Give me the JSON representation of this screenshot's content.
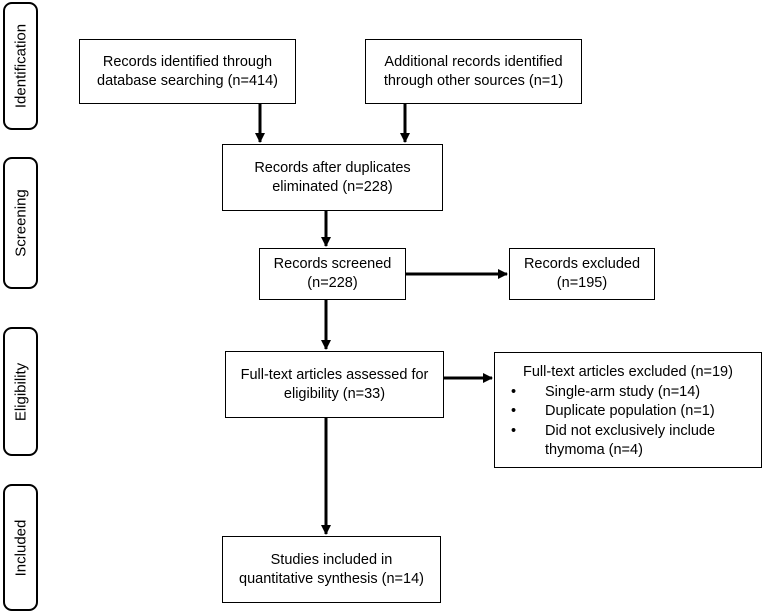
{
  "phases": {
    "identification": "Identification",
    "screening": "Screening",
    "eligibility": "Eligibility",
    "included": "Included"
  },
  "boxes": {
    "database": "Records identified through\ndatabase searching (n=414)",
    "other_sources": "Additional records identified\nthrough other sources (n=1)",
    "after_duplicates": "Records after duplicates\neliminated (n=228)",
    "screened": "Records screened\n(n=228)",
    "excluded": "Records excluded\n(n=195)",
    "fulltext": "Full-text articles assessed for\neligibility (n=33)",
    "included": "Studies included in\nquantitative synthesis (n=14)"
  },
  "fulltext_excluded": {
    "title": "Full-text articles excluded (n=19)",
    "reasons": [
      "Single-arm study (n=14)",
      "Duplicate population (n=1)",
      "Did not exclusively include thymoma (n=4)"
    ]
  }
}
